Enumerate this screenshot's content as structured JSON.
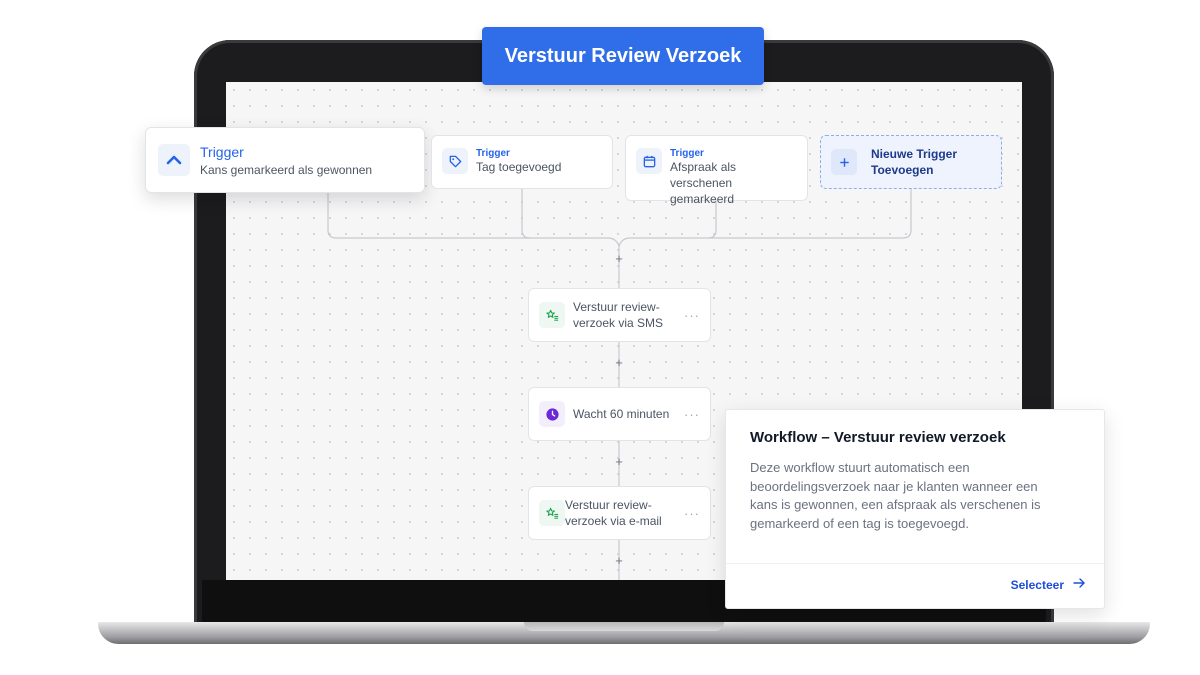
{
  "banner": {
    "title": "Verstuur Review Verzoek"
  },
  "triggers": [
    {
      "tag": "Trigger",
      "label": "Kans gemarkeerd als gewonnen",
      "icon": "chevron-up-icon"
    },
    {
      "tag": "Trigger",
      "label": "Tag toegevoegd",
      "icon": "tag-icon"
    },
    {
      "tag": "Trigger",
      "label": "Afspraak als verschenen gemarkeerd",
      "icon": "calendar-icon"
    }
  ],
  "new_trigger": {
    "label": "Nieuwe Trigger Toevoegen",
    "icon": "plus-icon"
  },
  "actions": [
    {
      "label": "Verstuur review-verzoek via SMS",
      "icon": "star-list-icon",
      "menu": "···"
    },
    {
      "label": "Wacht 60 minuten",
      "icon": "clock-icon",
      "menu": "···"
    },
    {
      "label": "Verstuur review-verzoek via e-mail",
      "icon": "star-list-icon",
      "menu": "···"
    }
  ],
  "add_step_symbol": "+",
  "info": {
    "title": "Workflow – Verstuur review verzoek",
    "description": "Deze workflow stuurt automatisch een beoordelingsverzoek naar je klanten wanneer een kans is gewonnen, een afspraak als verschenen is gemarkeerd of een tag is toegevoegd.",
    "select_label": "Selecteer"
  },
  "colors": {
    "accent": "#2f6ee8",
    "link": "#1d4ed8",
    "clock": "#6d28d9",
    "star": "#16a34a"
  }
}
